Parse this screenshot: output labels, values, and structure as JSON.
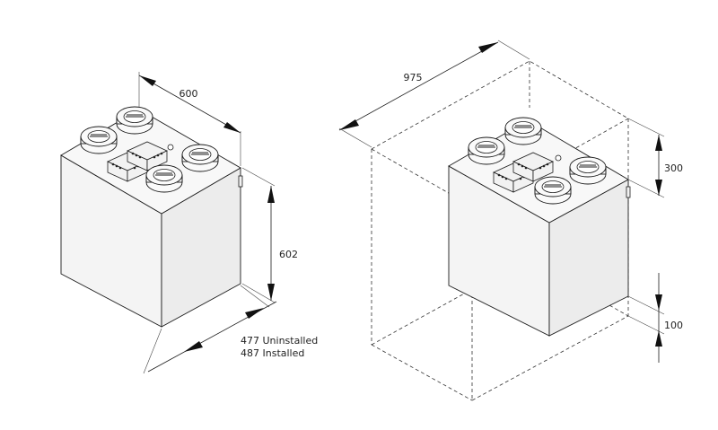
{
  "dimensions": {
    "width": "600",
    "height": "602",
    "depth_line1": "477 Uninstalled",
    "depth_line2": "487 Installed",
    "clearance_front": "975",
    "clearance_top": "300",
    "clearance_bottom": "100"
  }
}
